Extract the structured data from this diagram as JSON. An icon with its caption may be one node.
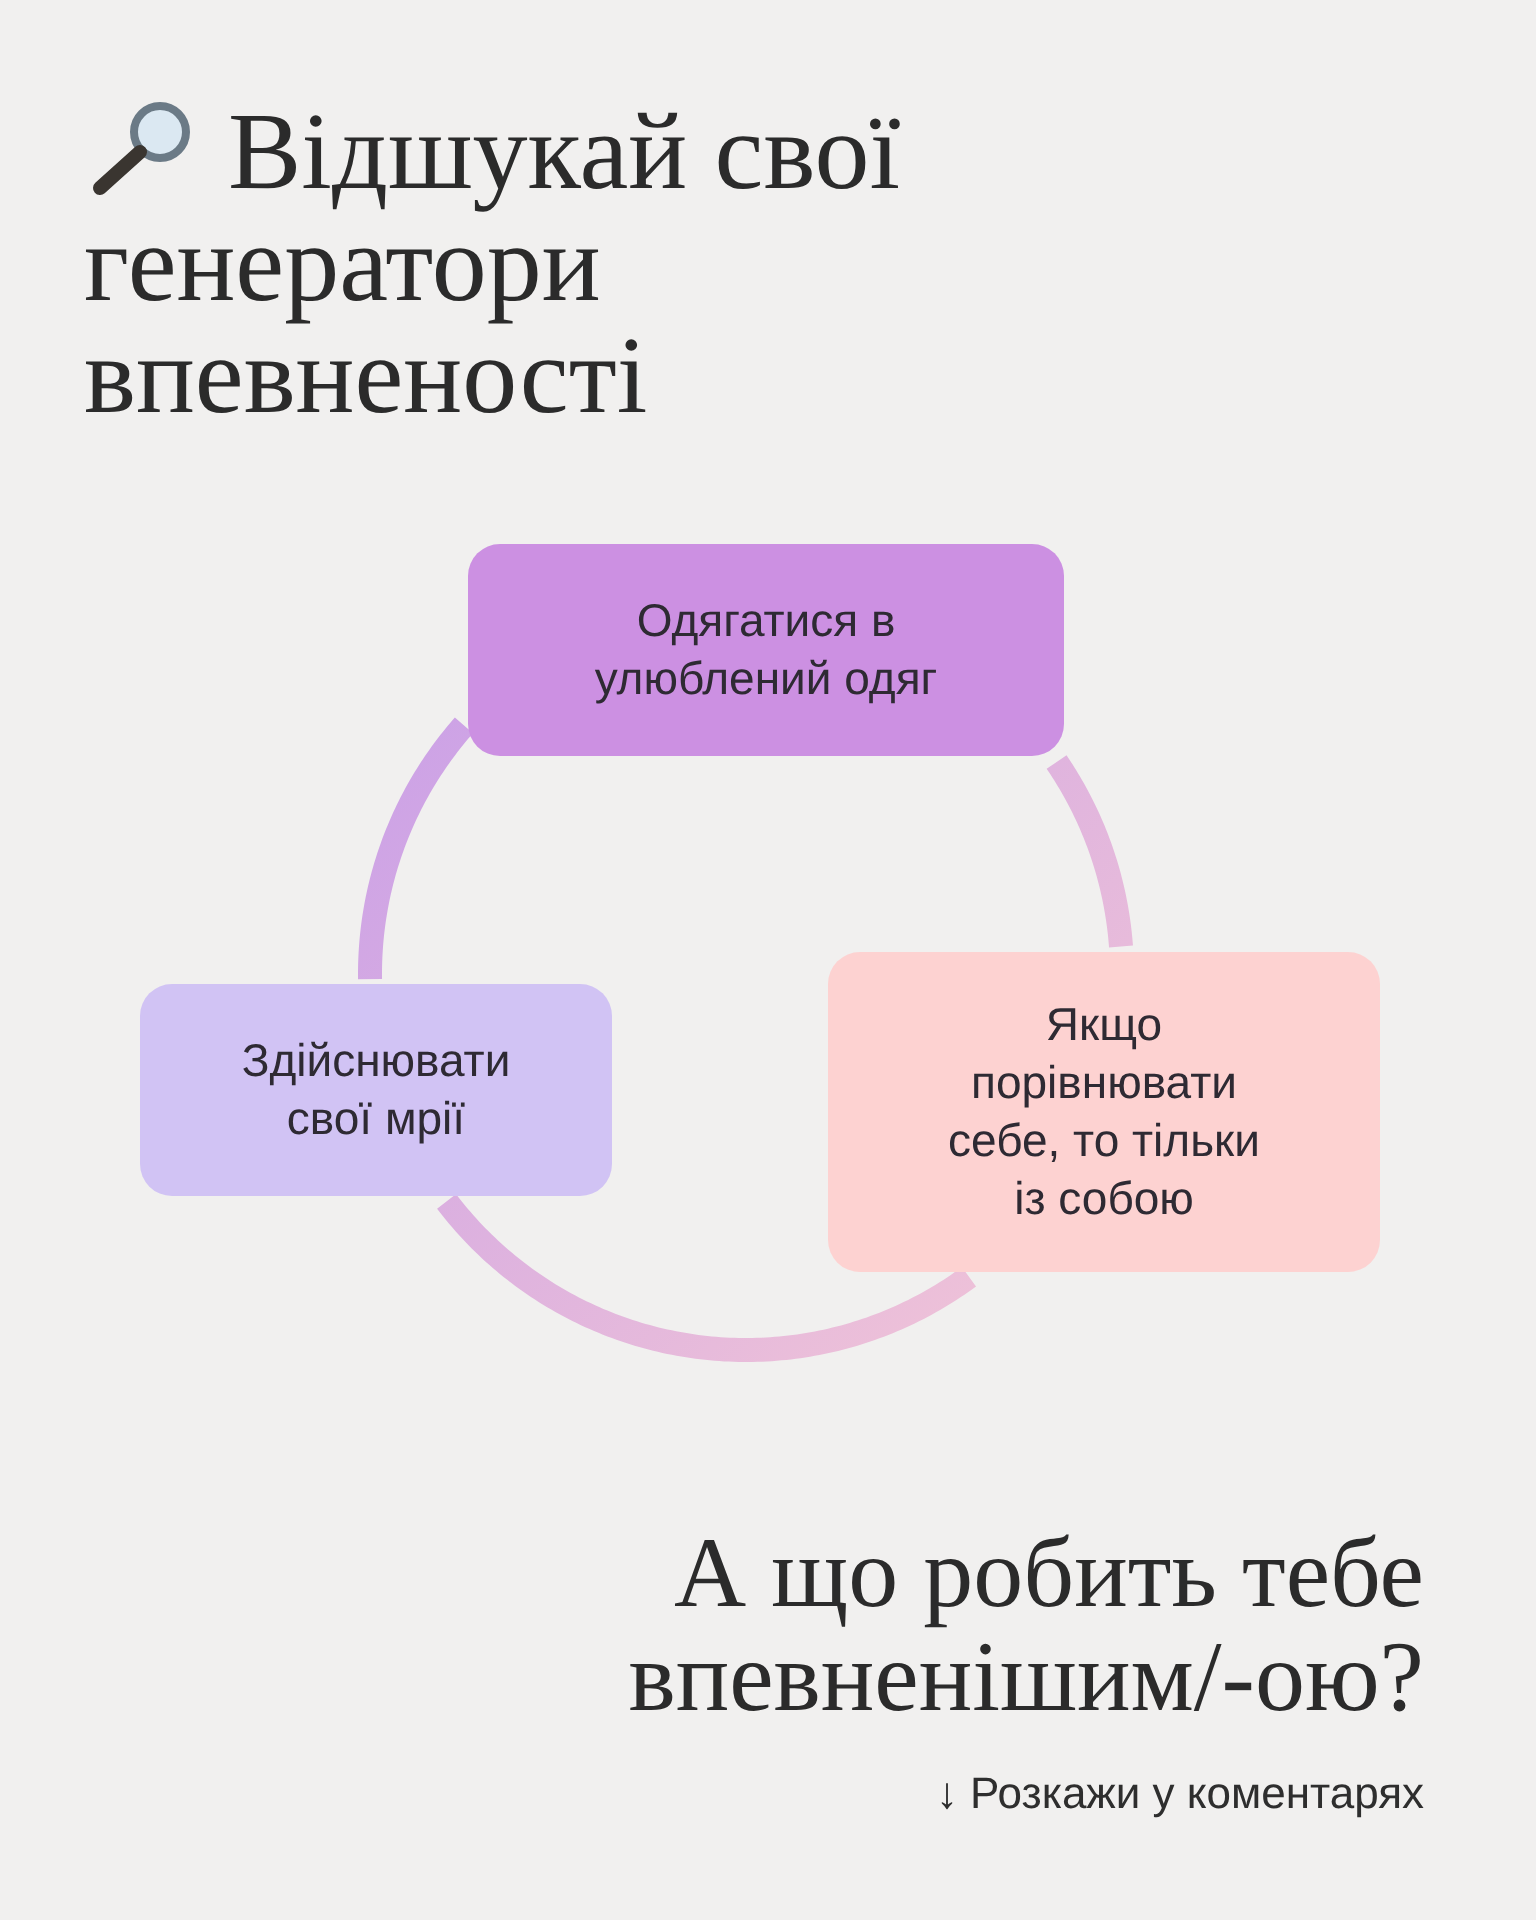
{
  "diagram": {
    "title": "Відшукай свої генератори впевненості",
    "nodes": [
      {
        "text": [
          "Одягатися в улюблений одяг"
        ]
      },
      {
        "text": [
          "Здійснювати свої мрії"
        ]
      },
      {
        "text": [
          "Якщо порівнювати себе, то тільки із собою"
        ]
      }
    ],
    "edges": [
      {
        "from": 0,
        "to": 2,
        "arrow": "none"
      },
      {
        "from": 2,
        "to": 1,
        "arrow": "none"
      },
      {
        "from": 1,
        "to": 0,
        "arrow": "none"
      }
    ],
    "labels": [
      "А що робить тебе впевненішим/-ою?",
      "↓ Розкажи у коментарях"
    ]
  }
}
